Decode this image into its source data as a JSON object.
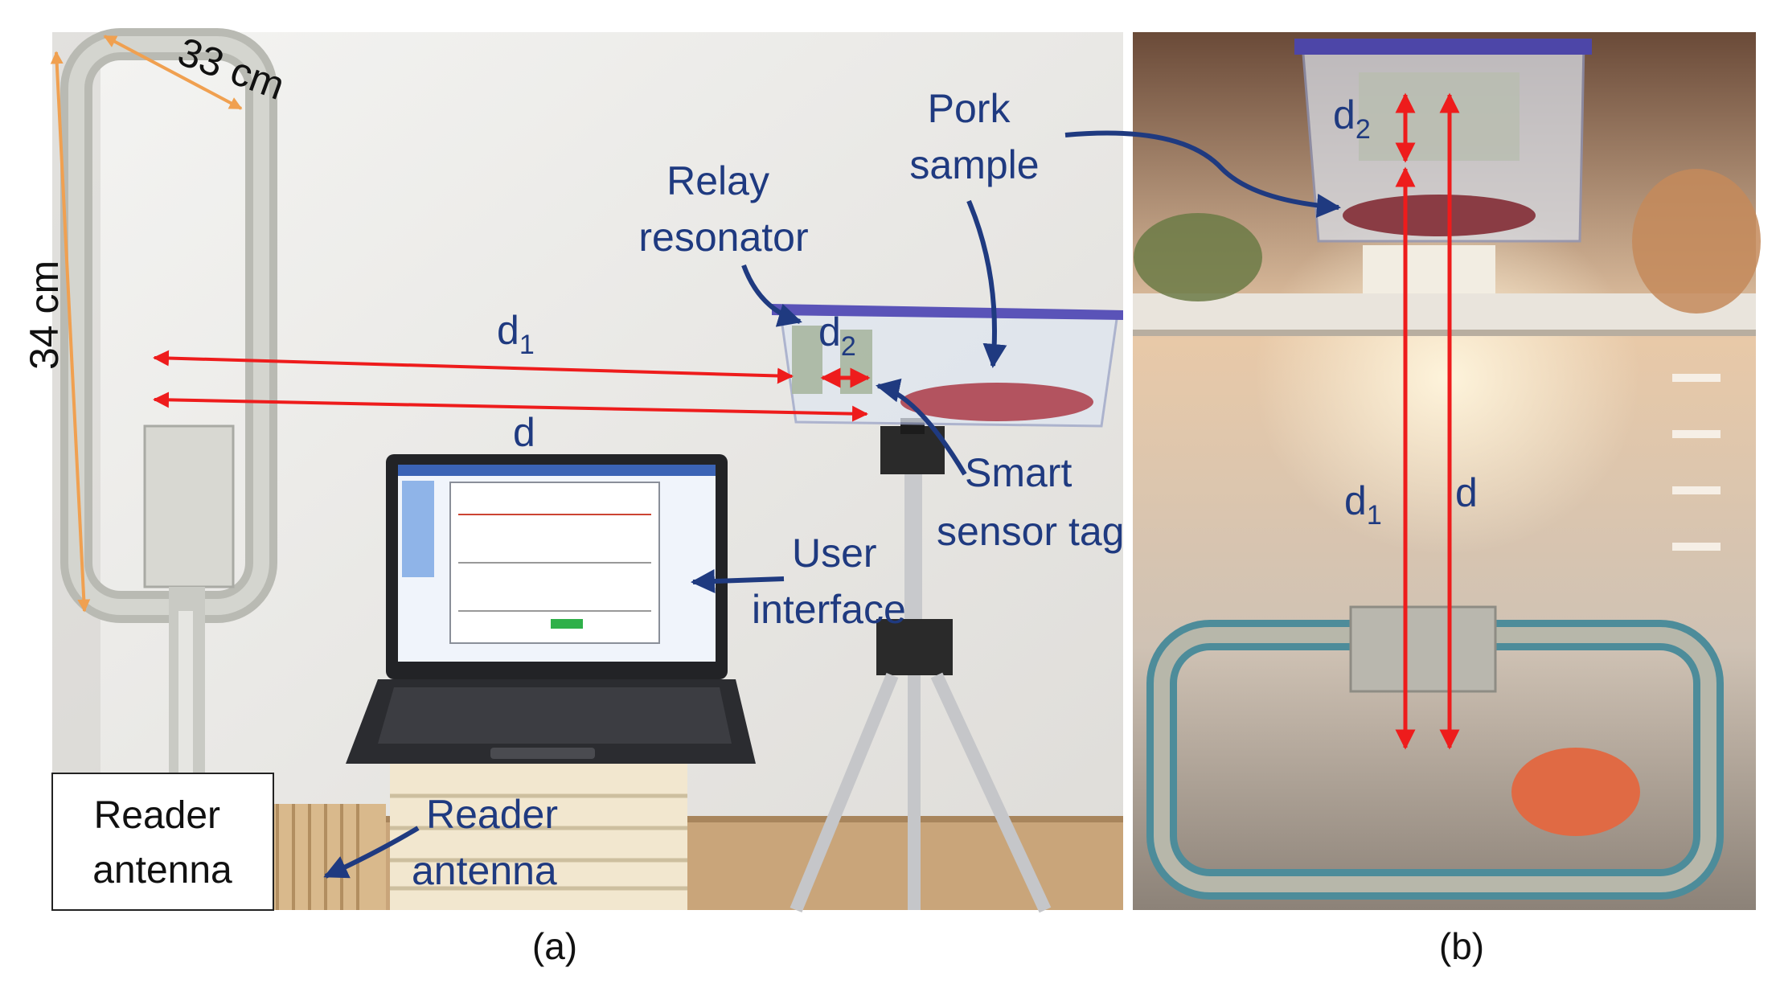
{
  "panel_a": {
    "caption": "(a)",
    "dim_width": "33 cm",
    "dim_height": "34 cm",
    "label_relay": [
      "Relay",
      "resonator"
    ],
    "label_pork": [
      "Pork",
      "sample"
    ],
    "label_d1": "d",
    "label_d1_sub": "1",
    "label_d2": "d",
    "label_d2_sub": "2",
    "label_d": "d",
    "label_smart": [
      "Smart",
      "sensor tag"
    ],
    "label_ui": [
      "User",
      "interface"
    ],
    "label_reader_inset": [
      "Reader",
      "antenna"
    ],
    "label_reader": [
      "Reader",
      "antenna"
    ]
  },
  "panel_b": {
    "caption": "(b)",
    "label_d2": "d",
    "label_d2_sub": "2",
    "label_d1": "d",
    "label_d1_sub": "1",
    "label_d": "d"
  },
  "colors": {
    "annotation_text": "#1f3a80",
    "distance_arrow": "#ee1c1c",
    "dimension_line": "#f0a050",
    "callout_arrow": "#1f3a80"
  }
}
